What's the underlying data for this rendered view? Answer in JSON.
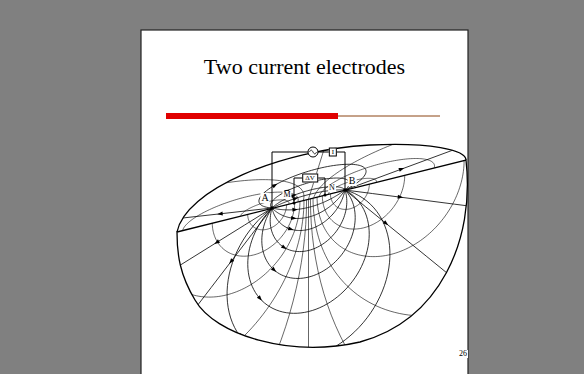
{
  "diagram": {
    "title": "Two current electrodes",
    "labels": [
      "I",
      "ΔV",
      "A",
      "M",
      "N",
      "B",
      "26"
    ]
  }
}
